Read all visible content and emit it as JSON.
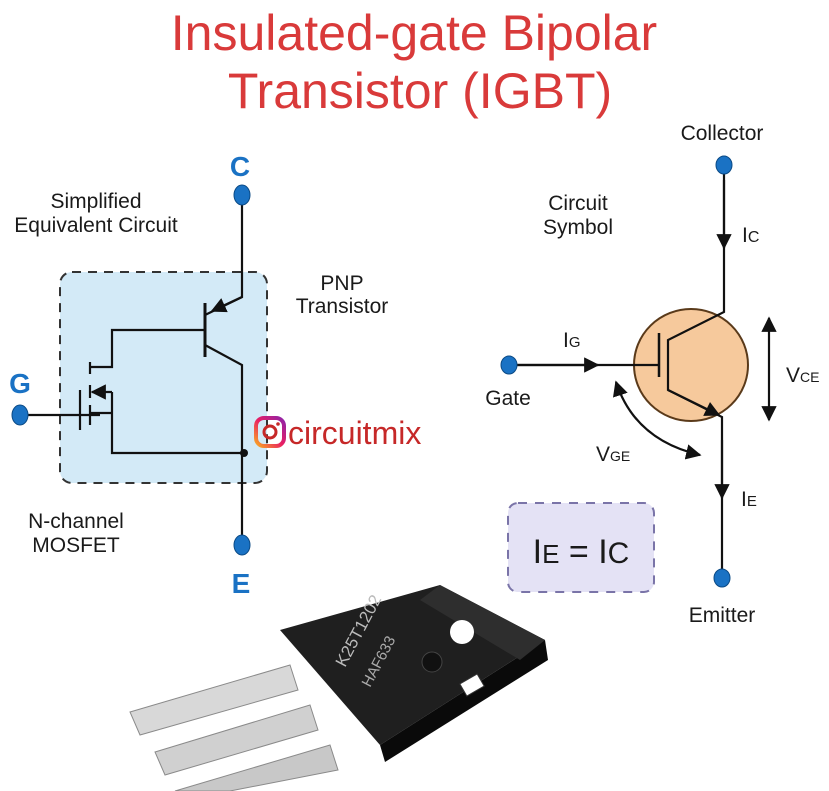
{
  "title": {
    "line1": "Insulated-gate Bipolar",
    "line2": "Transistor (IGBT)",
    "color": "#d93a3a"
  },
  "equivalent": {
    "heading1": "Simplified",
    "heading2": "Equivalent Circuit",
    "pnp1": "PNP",
    "pnp2": "Transistor",
    "mos1": "N-channel",
    "mos2": "MOSFET",
    "c": "C",
    "g": "G",
    "e": "E",
    "terminal_color": "#1a72c4",
    "box_color": "#d3eaf7"
  },
  "watermark": {
    "text": "circuitmix",
    "color": "#c62828"
  },
  "symbol": {
    "heading1": "Circuit",
    "heading2": "Symbol",
    "collector": "Collector",
    "emitter": "Emitter",
    "gate": "Gate",
    "ic": "I",
    "ic_sub": "C",
    "ig": "I",
    "ig_sub": "G",
    "ie": "I",
    "ie_sub": "E",
    "vce": "V",
    "vce_sub": "CE",
    "vge": "V",
    "vge_sub": "GE",
    "body_color": "#f6c99c"
  },
  "equation": {
    "lhs": "I",
    "lhs_sub": "E",
    "eq": " = ",
    "rhs": "I",
    "rhs_sub": "C",
    "box_color": "#e4e2f5"
  },
  "package": {
    "marking1": "K25T1202",
    "marking2": "HAF633"
  }
}
